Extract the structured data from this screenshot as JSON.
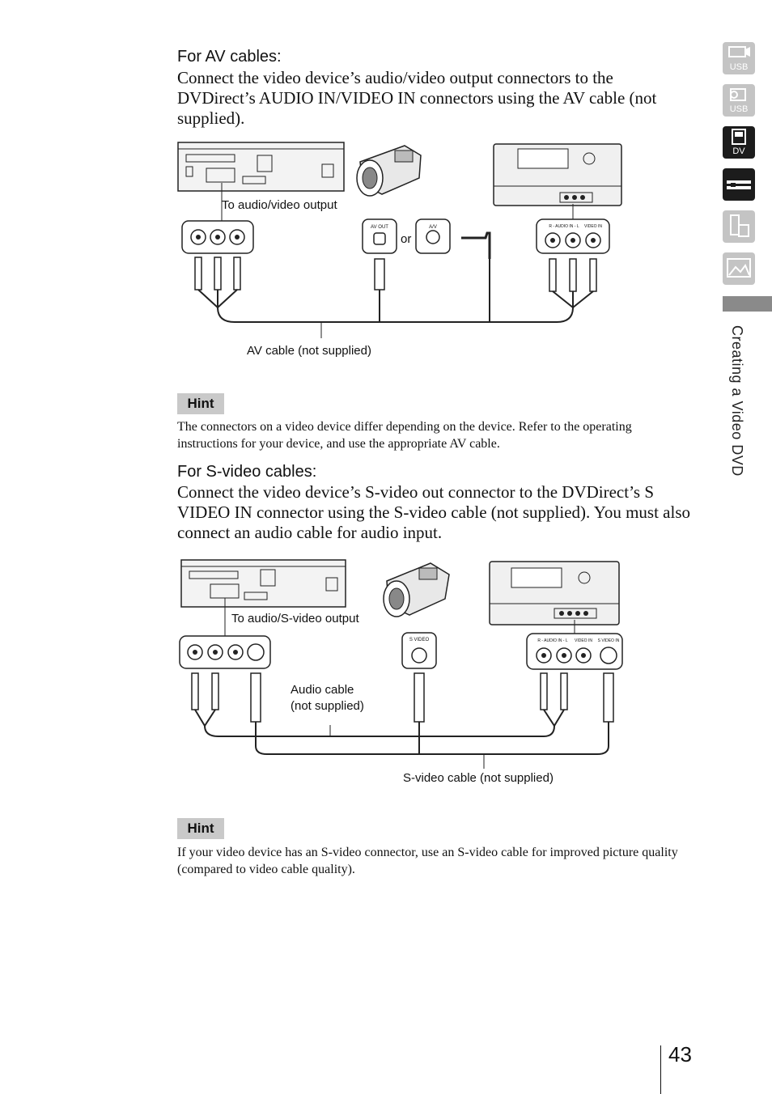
{
  "av_section": {
    "heading": "For AV cables:",
    "body": "Connect the video device’s audio/video output connectors to the DVDirect’s AUDIO IN/VIDEO IN connectors using the AV cable (not supplied).",
    "diagram": {
      "output_label": "To audio/video output",
      "or_label": "or",
      "cable_label": "AV cable (not supplied)",
      "av_out_jack": "AV OUT",
      "av_jack": "A/V",
      "audio_in_jack": "R - AUDIO IN - L",
      "video_in_jack": "VIDEO IN"
    }
  },
  "hint1": {
    "label": "Hint",
    "text": "The connectors on a video device differ depending on the device. Refer to the operating instructions for your device, and use the appropriate AV cable."
  },
  "svideo_section": {
    "heading": "For S-video cables:",
    "body": "Connect the video device’s S-video out connector to the DVDirect’s S VIDEO IN connector using the S-video cable (not supplied). You must also connect an audio cable for audio input.",
    "diagram": {
      "output_label": "To audio/S-video output",
      "audio_cable_label_1": "Audio cable",
      "audio_cable_label_2": "(not supplied)",
      "svideo_cable_label": "S-video cable (not supplied)",
      "svideo_jack": "S VIDEO",
      "audio_in_jack": "R - AUDIO IN - L",
      "video_in_jack": "VIDEO IN",
      "svideo_in_jack": "S VIDEO IN"
    }
  },
  "hint2": {
    "label": "Hint",
    "text": "If your video device has an S-video connector, use an S-video cable for improved picture quality (compared to video cable quality)."
  },
  "sidebar": {
    "tab_labels": [
      "USB",
      "USB",
      "DV"
    ],
    "section_title": "Creating a Video DVD"
  },
  "page_number": "43"
}
